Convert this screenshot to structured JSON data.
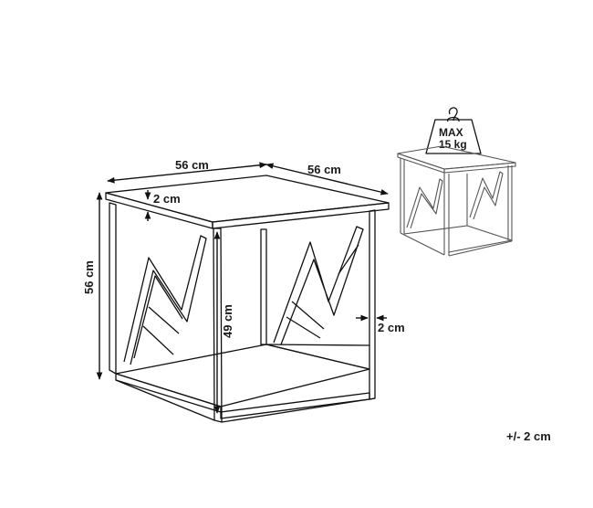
{
  "dimensions": {
    "width": "56 cm",
    "depth": "56 cm",
    "height": "56 cm",
    "inner_height": "49 cm",
    "top_thickness": "2 cm",
    "frame_thickness": "2 cm",
    "tolerance": "+/- 2 cm"
  },
  "load": {
    "line1": "MAX",
    "line2": "15 kg"
  },
  "colors": {
    "line": "#111111",
    "background": "#ffffff"
  }
}
